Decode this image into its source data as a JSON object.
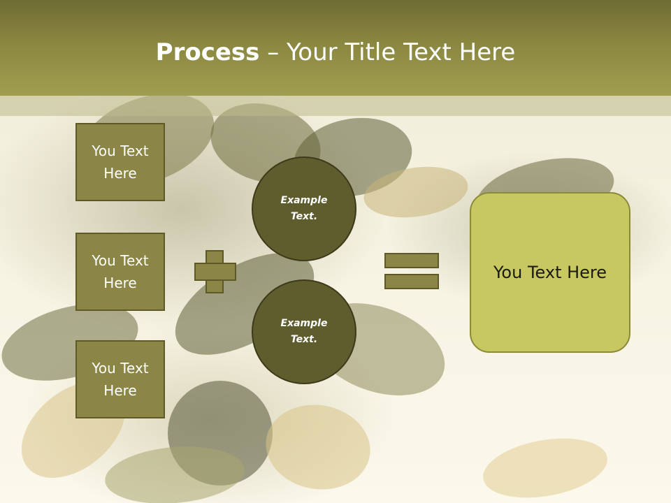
{
  "title": {
    "bold": "Process",
    "separator": " – ",
    "rest": "Your Title Text Here"
  },
  "boxes": [
    {
      "text": "You Text Here"
    },
    {
      "text": "You Text Here"
    },
    {
      "text": "You Text Here"
    }
  ],
  "circles": [
    {
      "text": "Example Text."
    },
    {
      "text": "Example Text."
    }
  ],
  "result": {
    "text": "You Text Here"
  },
  "colors": {
    "header": "#8a8740",
    "box_fill": "#8b8646",
    "circle_fill": "#5f5c2e",
    "result_fill": "#c8c863"
  },
  "background": "pumpkin-seeds-photo"
}
